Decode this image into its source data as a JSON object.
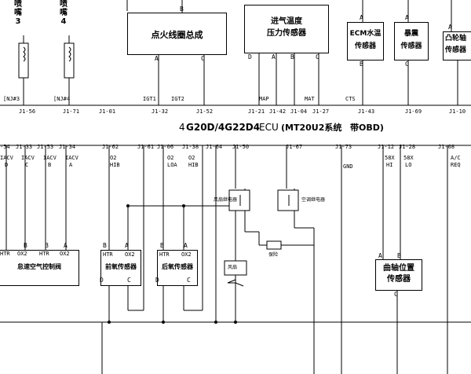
{
  "top": {
    "injectors": [
      {
        "name": "喷\n嘴\n3",
        "signal": "[NJ#3",
        "pin": "J1-56"
      },
      {
        "name": "喷\n嘴\n4",
        "signal": "[NJ#4",
        "pin": "J1-71"
      }
    ],
    "ignition_coil": {
      "title": "点火线圈总成",
      "pin_b": "B",
      "pin_a": "A",
      "pin_c": "C",
      "sig_1": "IGT1",
      "sig_2": "IGT2",
      "pin_1": "J1-32",
      "pin_2": "J1-52"
    },
    "j1_01": "J1-01",
    "intake_sensor": {
      "title_1": "进气温度",
      "title_2": "压力传感器",
      "pins": [
        "D",
        "A",
        "B",
        "C"
      ],
      "sig_map": "MAP",
      "sig_mat": "MAT",
      "ecu_pins": [
        "J1-21",
        "J1-42",
        "J1-04",
        "J1-27"
      ]
    },
    "ecm_coolant": {
      "title_1": "ECM水温",
      "title_2": "传感器",
      "pin_a": "A",
      "pin_b": "B",
      "sig": "CTS",
      "ecu_pin": "J1-43"
    },
    "knock": {
      "title_1": "暴震",
      "title_2": "传感器",
      "pin_a": "A",
      "sig_c": "C",
      "ecu_pin": "J1-69"
    },
    "cam": {
      "title_1": "凸轮轴",
      "title_2": "传感器",
      "pin_a": "A",
      "ecu_pin": "J1-10"
    }
  },
  "ecu": {
    "title_a": "4",
    "title_b": "G20D/4G22D4",
    "title_c": "ECU",
    "title_d": "(MT20U2系统",
    "title_e": "带OBD)"
  },
  "mid": {
    "pins_left": [
      "-54",
      "J1-33",
      "J1-53",
      "J1-34"
    ],
    "iacv": [
      {
        "t": "IACV",
        "s": "D"
      },
      {
        "t": "IACV",
        "s": "C"
      },
      {
        "t": "IACV",
        "s": "B"
      },
      {
        "t": "IACV",
        "s": "A"
      }
    ],
    "o2_front": {
      "pin1": "J1-62",
      "pin2": "J1-61",
      "sig1": "O2",
      "sig2": "HIB",
      "title": "前氧传感器",
      "p_b": "B",
      "p_a": "A",
      "p_d": "D",
      "p_c": "C",
      "h1": "HTR",
      "h2": "OX2"
    },
    "o2_rear": {
      "pin1": "J1-06",
      "pin2": "J1-38",
      "sig1": "O2",
      "sig2": "LOA",
      "sig3": "O2",
      "sig4": "HIB",
      "title": "后氧传感器",
      "p_b": "B",
      "p_a": "A",
      "p_d": "D",
      "p_c": "C",
      "h1": "HTR",
      "h2": "OX2"
    },
    "idle": {
      "title": "怠速空气控制阀",
      "p_b": "B",
      "p_b2": "B",
      "p_a": "A",
      "l1": "HTR",
      "l2": "OX2",
      "l3": "HTR",
      "l4": "OX2"
    },
    "pin_64": "J1-64",
    "pin_50": "J1-50",
    "pin_67": "J1-67",
    "pin_73": "J1-73",
    "gnd": "GND",
    "relay1": "风扇继电器",
    "relay2": "空调继电器",
    "fuse": "保险",
    "fan": "风扇",
    "crank": {
      "pin_hi": "J1-12",
      "pin_lo": "J1-28",
      "sig_hi_1": "58X",
      "sig_hi_2": "HI",
      "sig_lo_1": "58X",
      "sig_lo_2": "LO",
      "title_1": "曲轴位置",
      "title_2": "传感器",
      "p_a": "A",
      "p_b": "B",
      "p_c": "C"
    },
    "ac": {
      "pin": "J1-08",
      "sig_1": "A/C",
      "sig_2": "REQ"
    }
  }
}
